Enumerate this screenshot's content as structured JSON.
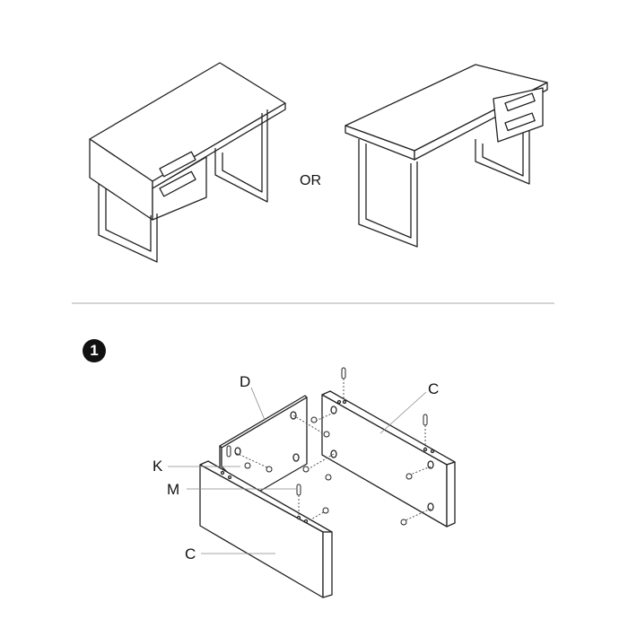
{
  "separator_text": "OR",
  "step": {
    "number": "1"
  },
  "labels": {
    "d": "D",
    "c_back": "C",
    "k": "K",
    "m": "M",
    "c_front": "C"
  }
}
